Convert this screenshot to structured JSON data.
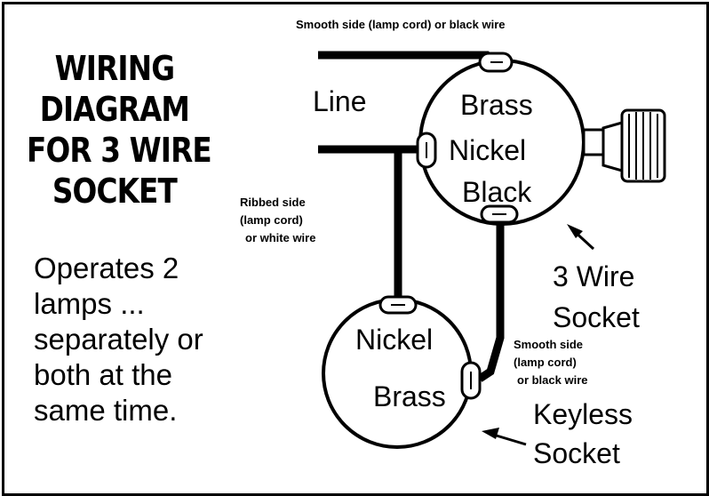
{
  "title": [
    "WIRING",
    "DIAGRAM",
    "FOR 3 WIRE",
    "SOCKET"
  ],
  "description": [
    "Operates 2",
    "lamps ...",
    "separately or",
    "both at the",
    "same time."
  ],
  "top_note": "Smooth side  (lamp cord)  or black wire",
  "line_label": "Line",
  "ribbed_note": [
    "Ribbed side",
    "(lamp cord)",
    "or white wire"
  ],
  "smooth_note_lower": [
    "Smooth side",
    "(lamp cord)",
    "or black wire"
  ],
  "three_wire_socket": {
    "terminals": [
      "Brass",
      "Nickel",
      "Black"
    ],
    "label": [
      "3 Wire",
      "Socket"
    ]
  },
  "keyless_socket": {
    "terminals": [
      "Nickel",
      "Brass"
    ],
    "label": [
      "Keyless",
      "Socket"
    ]
  }
}
